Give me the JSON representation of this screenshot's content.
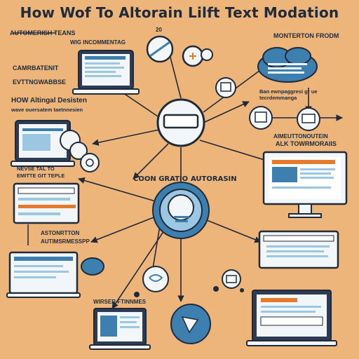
{
  "title": "How Wof To Altorain Lilft Text Modation",
  "labels": {
    "top_left_header": "AUTOMERISH TEANS",
    "top_center": "WIG INCOMMENTAG",
    "top_center_small": "20",
    "top_right": "MONTERTON FRODM",
    "left_1": "CAMRBATENIT",
    "left_2": "EVTTNGWABBSE",
    "left_3": "HOW Altingal Desisten",
    "left_4": "wave ouersatem taetnnesien",
    "right_1": "Ban ewnpaggresi gr ue tecrdemmanga",
    "right_2": "AIMEUTTONOUTEIN",
    "center_left": "COON GRATIO",
    "center_right": "AUTORASIN",
    "right_mid": "ALK TOWRMORAIIS",
    "below_left_laptop": "NEVSE TAL TO",
    "below_left_laptop2": "EMITTE GIT TEPLE",
    "left_lower_1": "ASTONRTTON",
    "left_lower_2": "AUTIMSRMESSPP",
    "bottom_center": "WIRSER FTINNMES"
  },
  "colors": {
    "background": "#EDB57A",
    "ink": "#1F2A3A",
    "accent_blue": "#3D7FAE",
    "accent_orange": "#E57A2C",
    "screen_light": "#F3F6F8"
  },
  "icons": [
    "laptop-icon",
    "monitor-icon",
    "cloud-icon",
    "globe-icon",
    "chat-bubble-icon",
    "gear-icon",
    "document-icon",
    "network-hub-icon"
  ]
}
